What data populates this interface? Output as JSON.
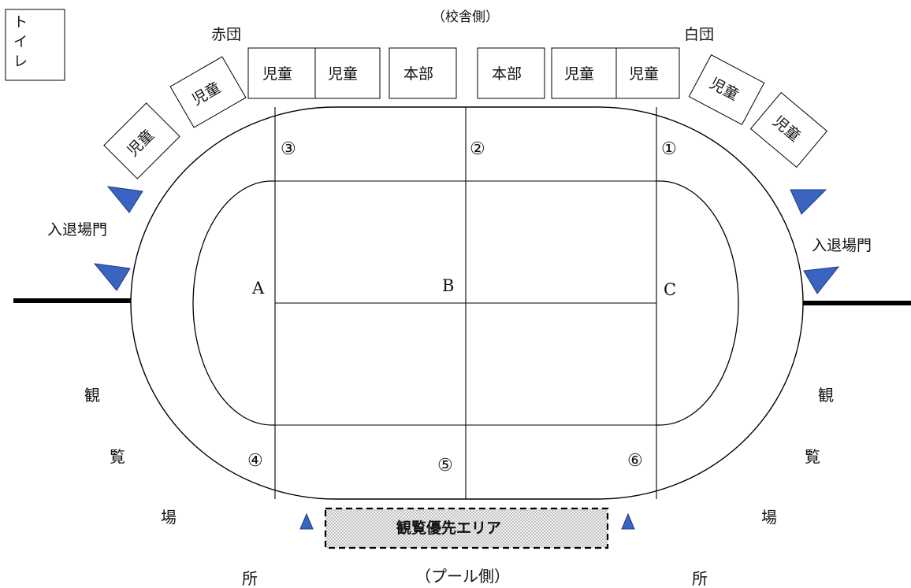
{
  "labels": {
    "school_side": "（校舎側）",
    "pool_side": "（プール側）",
    "red_team": "赤団",
    "white_team": "白団",
    "toilet": [
      "ト",
      "イ",
      "レ"
    ],
    "gate_left": "入退場門",
    "gate_right": "入退場門",
    "priority_area": "観覧優先エリア",
    "spectator_left": [
      "観",
      "覧",
      "場",
      "所"
    ],
    "spectator_right": [
      "観",
      "覧",
      "場",
      "所"
    ]
  },
  "tents": {
    "children": "児童",
    "headquarters": "本部"
  },
  "field": {
    "points": [
      "A",
      "B",
      "C"
    ],
    "positions": [
      "①",
      "②",
      "③",
      "④",
      "⑤",
      "⑥"
    ]
  },
  "colors": {
    "marker": "#3a64c0",
    "line": "#000000"
  }
}
